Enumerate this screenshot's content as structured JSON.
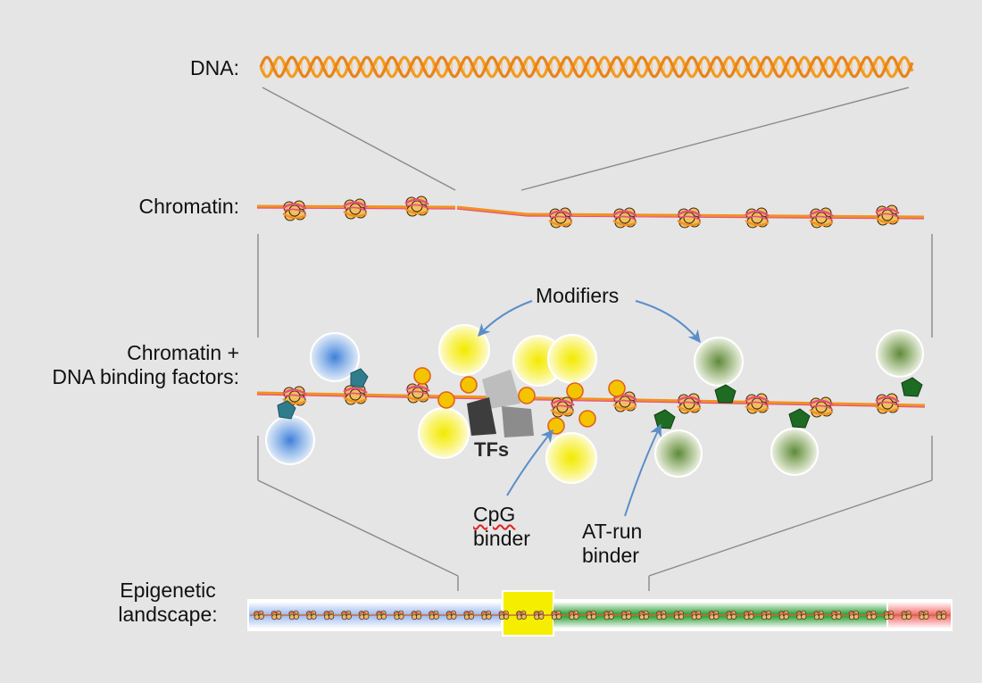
{
  "labels": {
    "dna": "DNA:",
    "chromatin": "Chromatin:",
    "binding_line1": "Chromatin +",
    "binding_line2": "DNA binding factors:",
    "modifiers": "Modifiers",
    "tfs": "TFs",
    "cpg_line1": "CpG",
    "cpg_line2": "binder",
    "at_line1": "AT-run",
    "at_line2": "binder",
    "epi_line1": "Epigenetic",
    "epi_line2": "landscape:"
  },
  "colors": {
    "background": "#e5e5e5",
    "dna_strand": "#f39a1e",
    "chromatin_fiber": "#f2921f",
    "linker_pink": "#e8507a",
    "nucleosome_core": "#f0c060",
    "arrow_blue": "#5b8ec9",
    "modifier_blue": "#5b96dc",
    "modifier_yellow": "#f7ef2a",
    "modifier_green": "#7c9e58",
    "cpg_binder": "#f5c400",
    "at_binder": "#1e6b23",
    "teal_factor": "#2f7d8c",
    "tf_dark": "#4a4a4a",
    "landscape_blue": "#8fb0e8",
    "landscape_yellow": "#f5ee00",
    "landscape_green": "#2e9e2e",
    "landscape_red": "#f06060",
    "guide_line": "#8a8a8a"
  }
}
